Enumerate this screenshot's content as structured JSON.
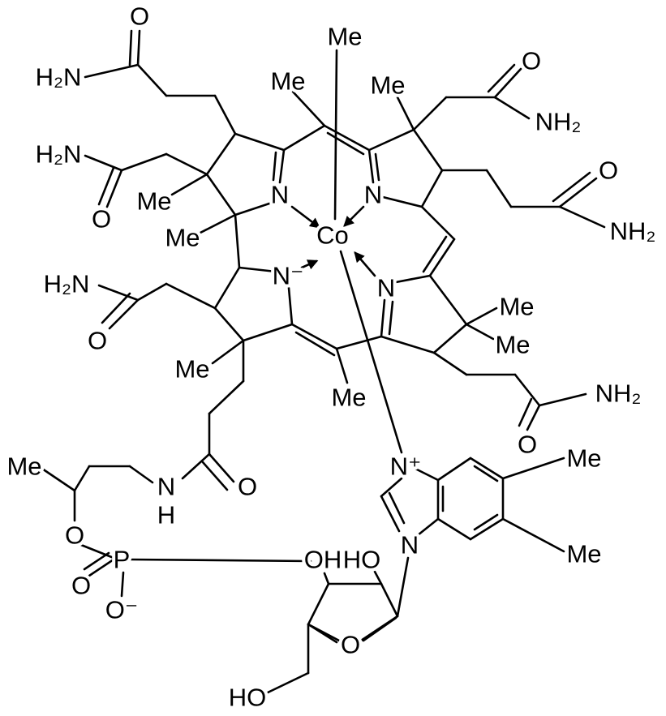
{
  "title": "Methylcobalamin structure",
  "labels": {
    "o1": "O",
    "h2n1": "H₂N",
    "h2n2": "H₂N",
    "o2": "O",
    "me_a1": "Me",
    "me_a2": "Me",
    "n_a": "N",
    "co": "Co",
    "n_b": "N",
    "me_top": "Me",
    "me_meso1": "Me",
    "me_b": "Me",
    "o3": "O",
    "nh2_1": "NH₂",
    "o4": "O",
    "nh2_2": "NH₂",
    "h2n3": "H₂N",
    "o5": "O",
    "n_d": "N⁻",
    "n_c": "N",
    "me_c1": "Me",
    "me_c2": "Me",
    "me_d": "Me",
    "me_meso2": "Me",
    "nh2_3": "NH₂",
    "o6": "O",
    "n_plus": "N⁺",
    "me_bz1": "Me",
    "me_bz2": "Me",
    "n_bz": "N",
    "me_chain": "Me",
    "nh": "N",
    "h": "H",
    "o7": "O",
    "o8": "O",
    "p": "P",
    "o9": "O",
    "o_minus": "O⁻",
    "oh1": "OH",
    "ho1": "HO",
    "o_ring": "O",
    "ho2": "HO"
  }
}
